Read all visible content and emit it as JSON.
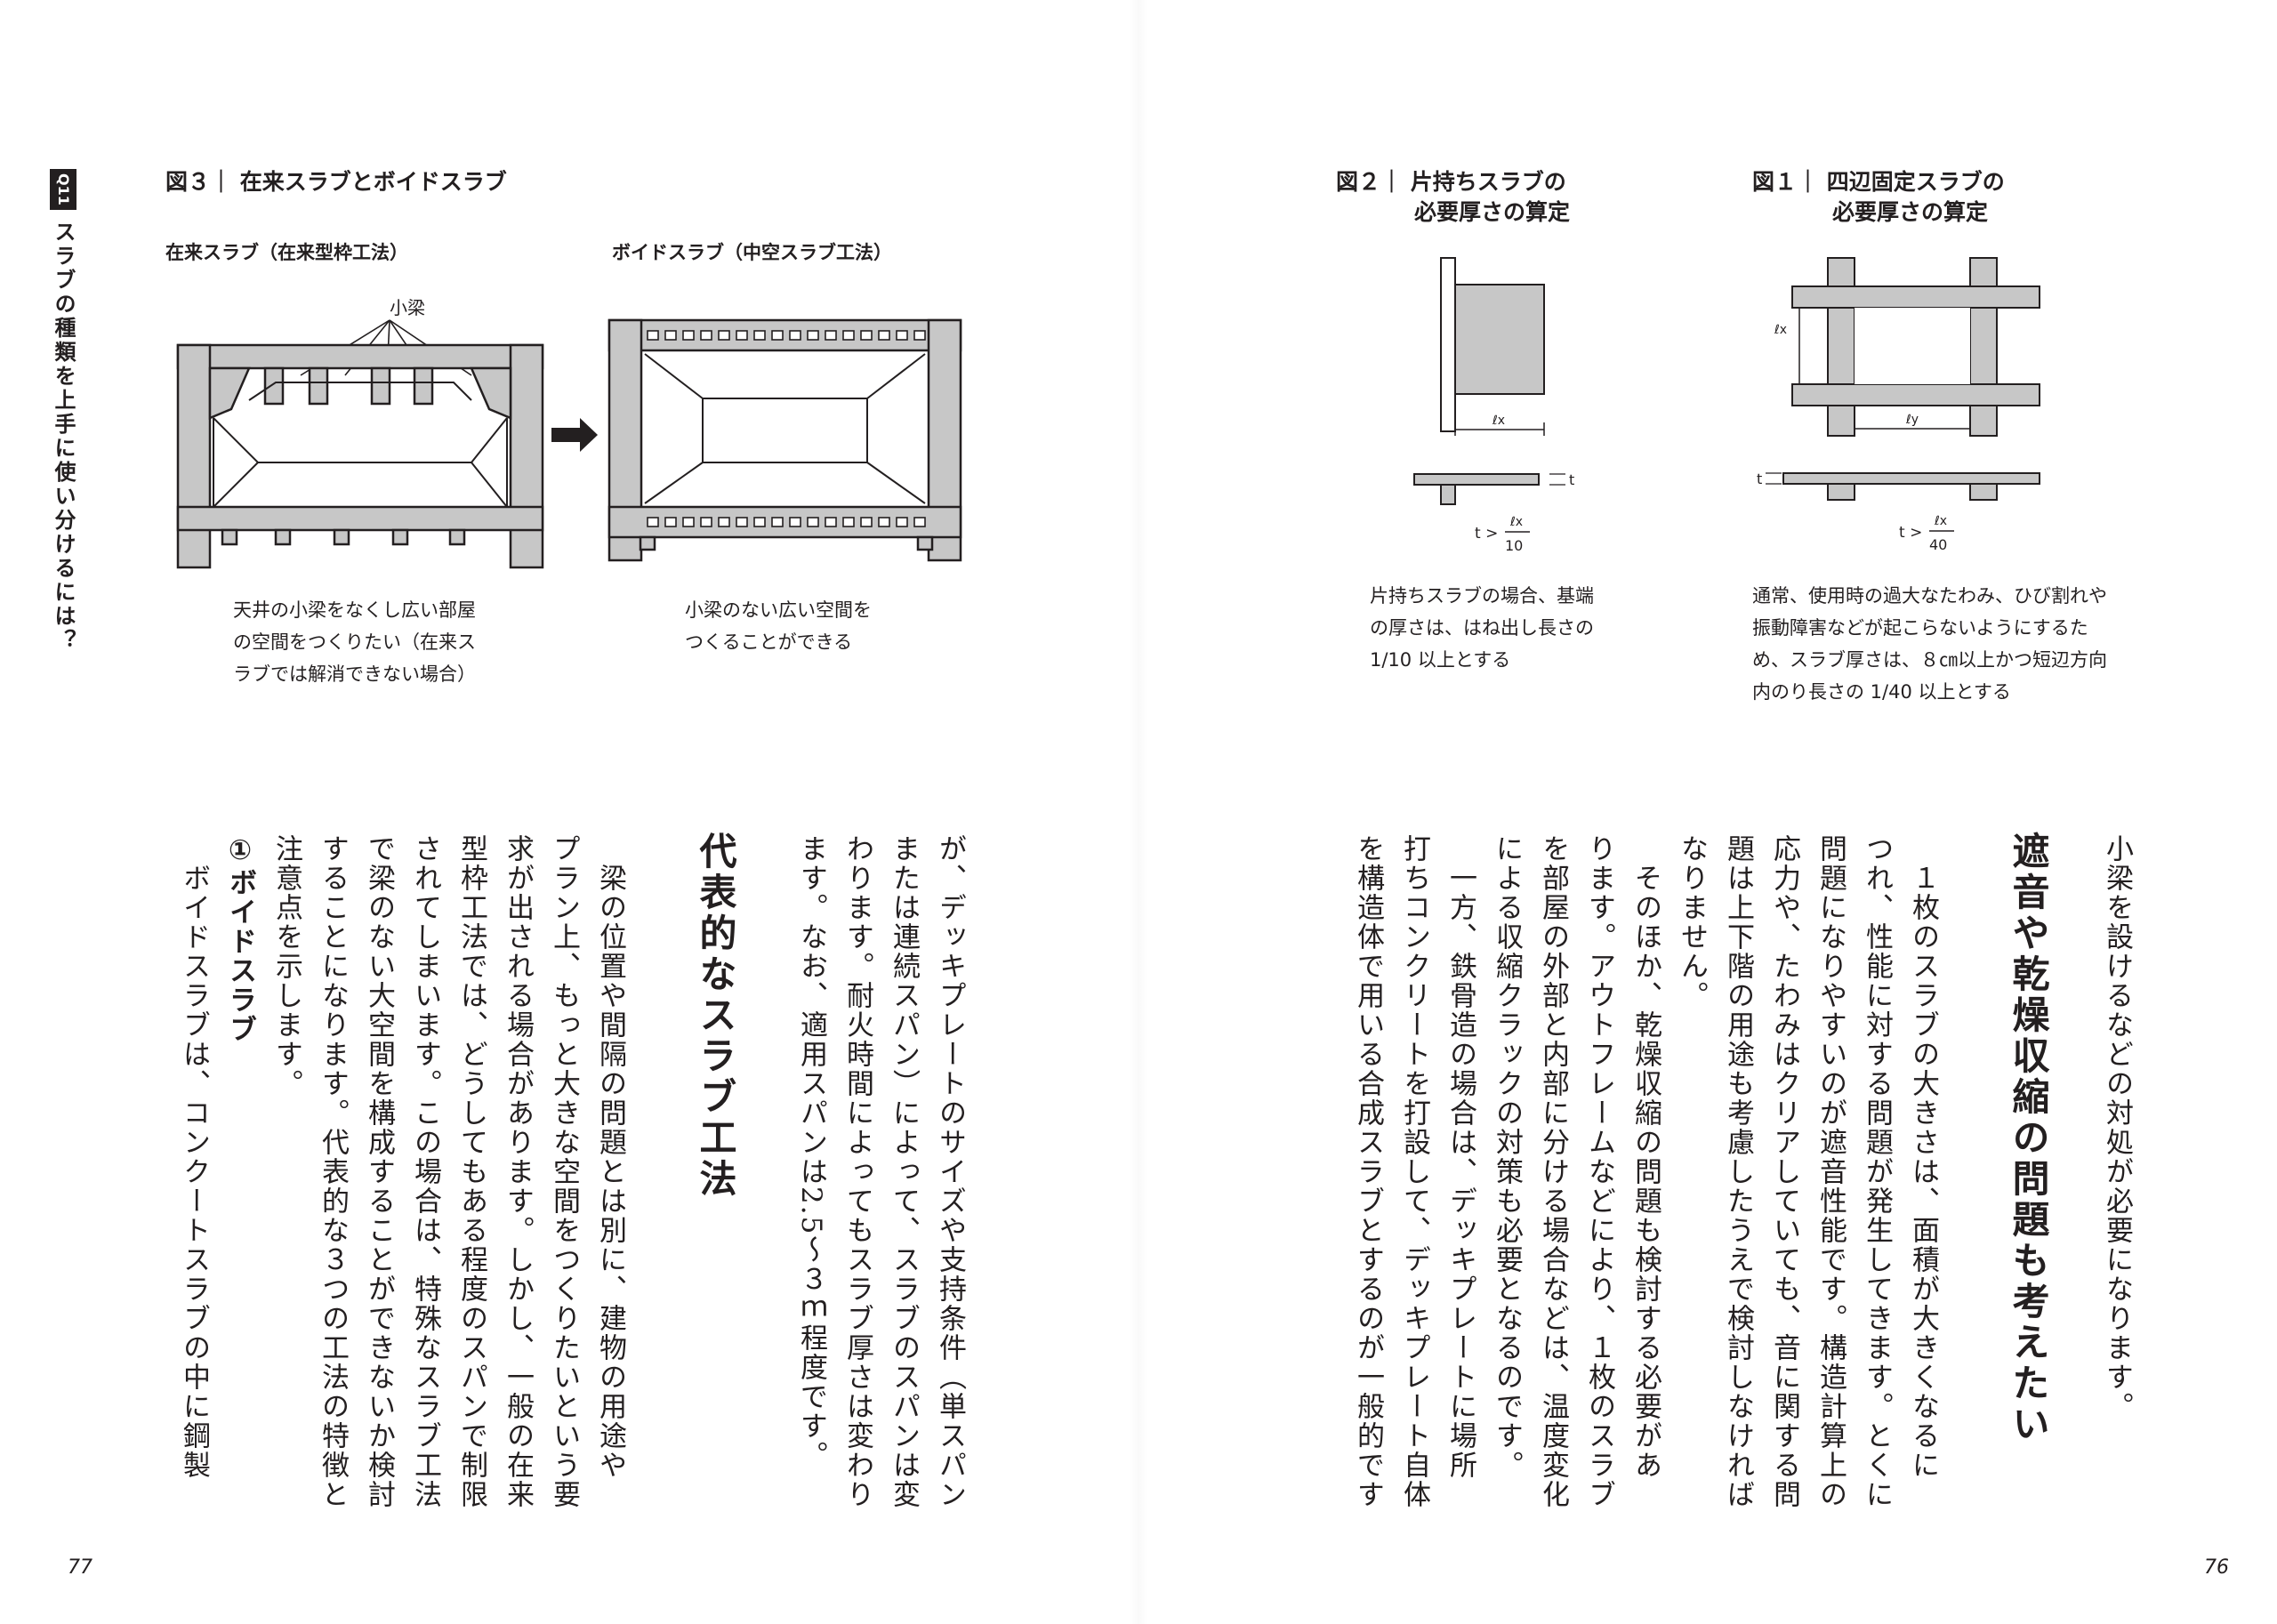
{
  "side_tab": {
    "badge": "Q11",
    "title": "スラブの種類を上手に使い分けるには？"
  },
  "fig3": {
    "title": "図３｜ 在来スラブとボイドスラブ",
    "conv_label": "在来スラブ（在来型枠工法）",
    "void_label": "ボイドスラブ（中空スラブ工法）",
    "beam_label": "小梁",
    "conv_caption": [
      "天井の小梁をなくし広い部屋",
      "の空間をつくりたい（在来ス",
      "ラブでは解消できない場合）"
    ],
    "void_caption": [
      "小梁のない広い空間を",
      "つくることができる"
    ]
  },
  "fig2": {
    "title_line1": "図２｜ 片持ちスラブの",
    "title_line2": "必要厚さの算定",
    "lx": "ℓx",
    "t": "t",
    "formula_t": "t >",
    "formula_num": "ℓx",
    "formula_den": "10",
    "caption": [
      "片持ちスラブの場合、基端",
      "の厚さは、はね出し長さの",
      "1/10 以上とする"
    ]
  },
  "fig1": {
    "title_line1": "図１｜ 四辺固定スラブの",
    "title_line2": "必要厚さの算定",
    "lx": "ℓx",
    "ly": "ℓy",
    "t": "t",
    "formula_t": "t >",
    "formula_num": "ℓx",
    "formula_den": "40",
    "caption": [
      "通常、使用時の過大なたわみ、ひび割れや",
      "振動障害などが起こらないようにするた",
      "め、スラブ厚さは、８㎝以上かつ短辺方向",
      "内のり長さの 1/40 以上とする"
    ]
  },
  "right_page": {
    "col1": "小梁を設けるなどの対処が必要になります。",
    "heading": "遮音や乾燥収縮の問題も考えたい",
    "lines": [
      "　１枚のスラブの大きさは、面積が大きくなるに",
      "つれ、性能に対する問題が発生してきます。とくに",
      "問題になりやすいのが遮音性能です。構造計算上の",
      "応力や、たわみはクリアしていても、音に関する問",
      "題は上下階の用途も考慮したうえで検討しなければ",
      "なりません。",
      "　そのほか、乾燥収縮の問題も検討する必要があ",
      "ります。アウトフレームなどにより、１枚のスラブ",
      "を部屋の外部と内部に分ける場合などは、温度変化",
      "による収縮クラックの対策も必要となるのです。",
      "　一方、鉄骨造の場合は、デッキプレートに場所",
      "打ちコンクリートを打設して、デッキプレート自体",
      "を構造体で用いる合成スラブとするのが一般的です"
    ]
  },
  "left_page": {
    "lines_top": [
      "が、デッキプレートのサイズや支持条件（単スパン",
      "または連続スパン）によって、スラブのスパンは変",
      "わります。耐火時間によってもスラブ厚さは変わり",
      "ます。なお、適用スパンは2.5〜３ｍ程度です。"
    ],
    "heading": "代表的なスラブ工法",
    "lines_bottom": [
      "　梁の位置や間隔の問題とは別に、建物の用途や",
      "プラン上、もっと大きな空間をつくりたいという要",
      "求が出される場合があります。しかし、一般の在来",
      "型枠工法では、どうしてもある程度のスパンで制限",
      "されてしまいます。この場合は、特殊なスラブ工法",
      "で梁のない大空間を構成することができないか検討",
      "することになります。代表的な３つの工法の特徴と",
      "注意点を示します。"
    ],
    "subhead": "①ボイドスラブ",
    "last_line": "　ボイドスラブは、コンクートスラブの中に鋼製"
  },
  "page_numbers": {
    "left": "77",
    "right": "76"
  }
}
